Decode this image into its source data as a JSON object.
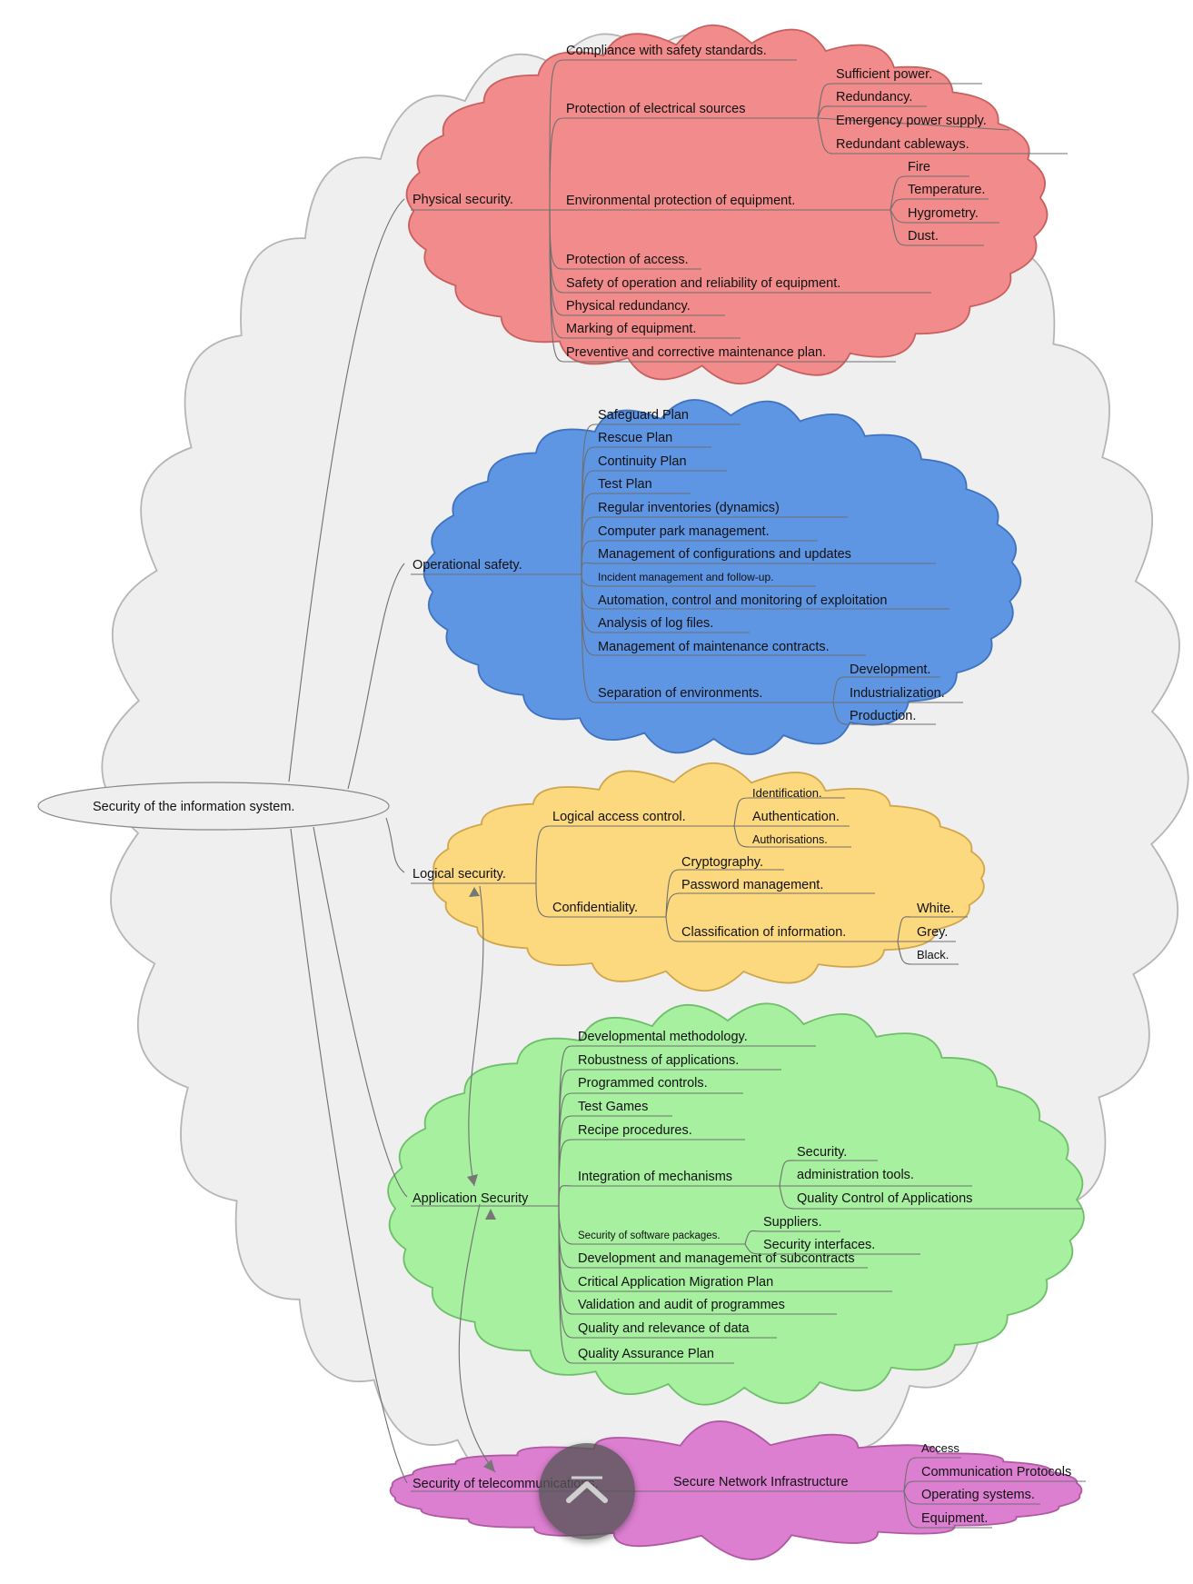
{
  "central": {
    "label": "Security of the information system."
  },
  "colors": {
    "outer_cloud": "#efefef",
    "physical": "#f28b8b",
    "operational": "#5e96e4",
    "logical": "#fcd97e",
    "application": "#a6f0a0",
    "telecom": "#dc7fd0",
    "scroll_button": "#555555"
  },
  "branches": {
    "physical": {
      "label": "Physical security.",
      "items": [
        "Compliance with safety standards.",
        "Protection of electrical sources",
        "Environmental protection of equipment.",
        "Protection of access.",
        "Safety of operation and reliability of equipment.",
        "Physical redundancy.",
        "Marking of equipment.",
        "Preventive and corrective maintenance plan."
      ],
      "electrical_sub": [
        "Sufficient power.",
        "Redundancy.",
        "Emergency power supply.",
        "Redundant cableways."
      ],
      "environment_sub": [
        "Fire",
        "Temperature.",
        "Hygrometry.",
        "Dust."
      ]
    },
    "operational": {
      "label": "Operational safety.",
      "items": [
        "Safeguard Plan",
        "Rescue Plan",
        "Continuity Plan",
        "Test Plan",
        "Regular inventories (dynamics)",
        "Computer park management.",
        "Management of configurations and updates",
        "Incident management and follow-up.",
        "Automation, control and monitoring of exploitation",
        "Analysis of log files.",
        "Management of maintenance contracts.",
        "Separation of environments."
      ],
      "separation_sub": [
        "Development.",
        "Industrialization.",
        "Production."
      ]
    },
    "logical": {
      "label": "Logical security.",
      "items": [
        "Logical access control.",
        "Confidentiality."
      ],
      "access_sub": [
        "Identification.",
        "Authentication.",
        "Authorisations."
      ],
      "confidentiality_sub": [
        "Cryptography.",
        "Password management.",
        "Classification of information."
      ],
      "classification_sub": [
        "White.",
        "Grey.",
        "Black."
      ]
    },
    "application": {
      "label": "Application Security",
      "items": [
        "Developmental methodology.",
        "Robustness of applications.",
        "Programmed controls.",
        "Test Games",
        "Recipe procedures.",
        "Integration of mechanisms",
        "Security of software packages.",
        "Development and management of subcontracts",
        "Critical Application Migration Plan",
        "Validation and audit of programmes",
        "Quality and relevance of data",
        "Quality Assurance Plan"
      ],
      "integration_sub": [
        "Security.",
        "administration tools.",
        "Quality Control of Applications"
      ],
      "packages_sub": [
        "Suppliers.",
        "Security interfaces."
      ]
    },
    "telecom": {
      "label": "Security of telecommunications.",
      "items": [
        "Secure Network Infrastructure"
      ],
      "network_sub": [
        "Access",
        "Communication Protocols",
        "Operating systems.",
        "Equipment."
      ]
    }
  },
  "scroll_top": {
    "icon": "chevron-up-icon"
  }
}
